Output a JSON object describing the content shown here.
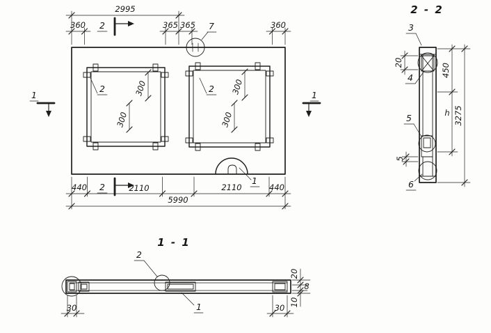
{
  "page": {
    "background": "#fdfdfb",
    "ink": "#1e1e1e"
  },
  "plan": {
    "d2995": "2995",
    "d360l": "360",
    "d365a": "365",
    "d365b": "365",
    "d360r": "360",
    "mark2": "2",
    "mark1": "1",
    "open_label": "2",
    "d300": "300",
    "c7": "7",
    "c1": "1",
    "d440l": "440",
    "d2110l": "2110",
    "d2110r": "2110",
    "d440r": "440",
    "total": "5990"
  },
  "s22": {
    "title": "2 - 2",
    "c3": "3",
    "c4": "4",
    "c5": "5",
    "c6": "6",
    "d20": "20",
    "d450": "450",
    "dh": "h",
    "d3275": "3275",
    "d5": "5"
  },
  "s11": {
    "title": "1 - 1",
    "c1": "1",
    "c2": "2",
    "d30l": "30",
    "d30r": "30",
    "d20": "20",
    "d8": "8",
    "d10": "10"
  }
}
